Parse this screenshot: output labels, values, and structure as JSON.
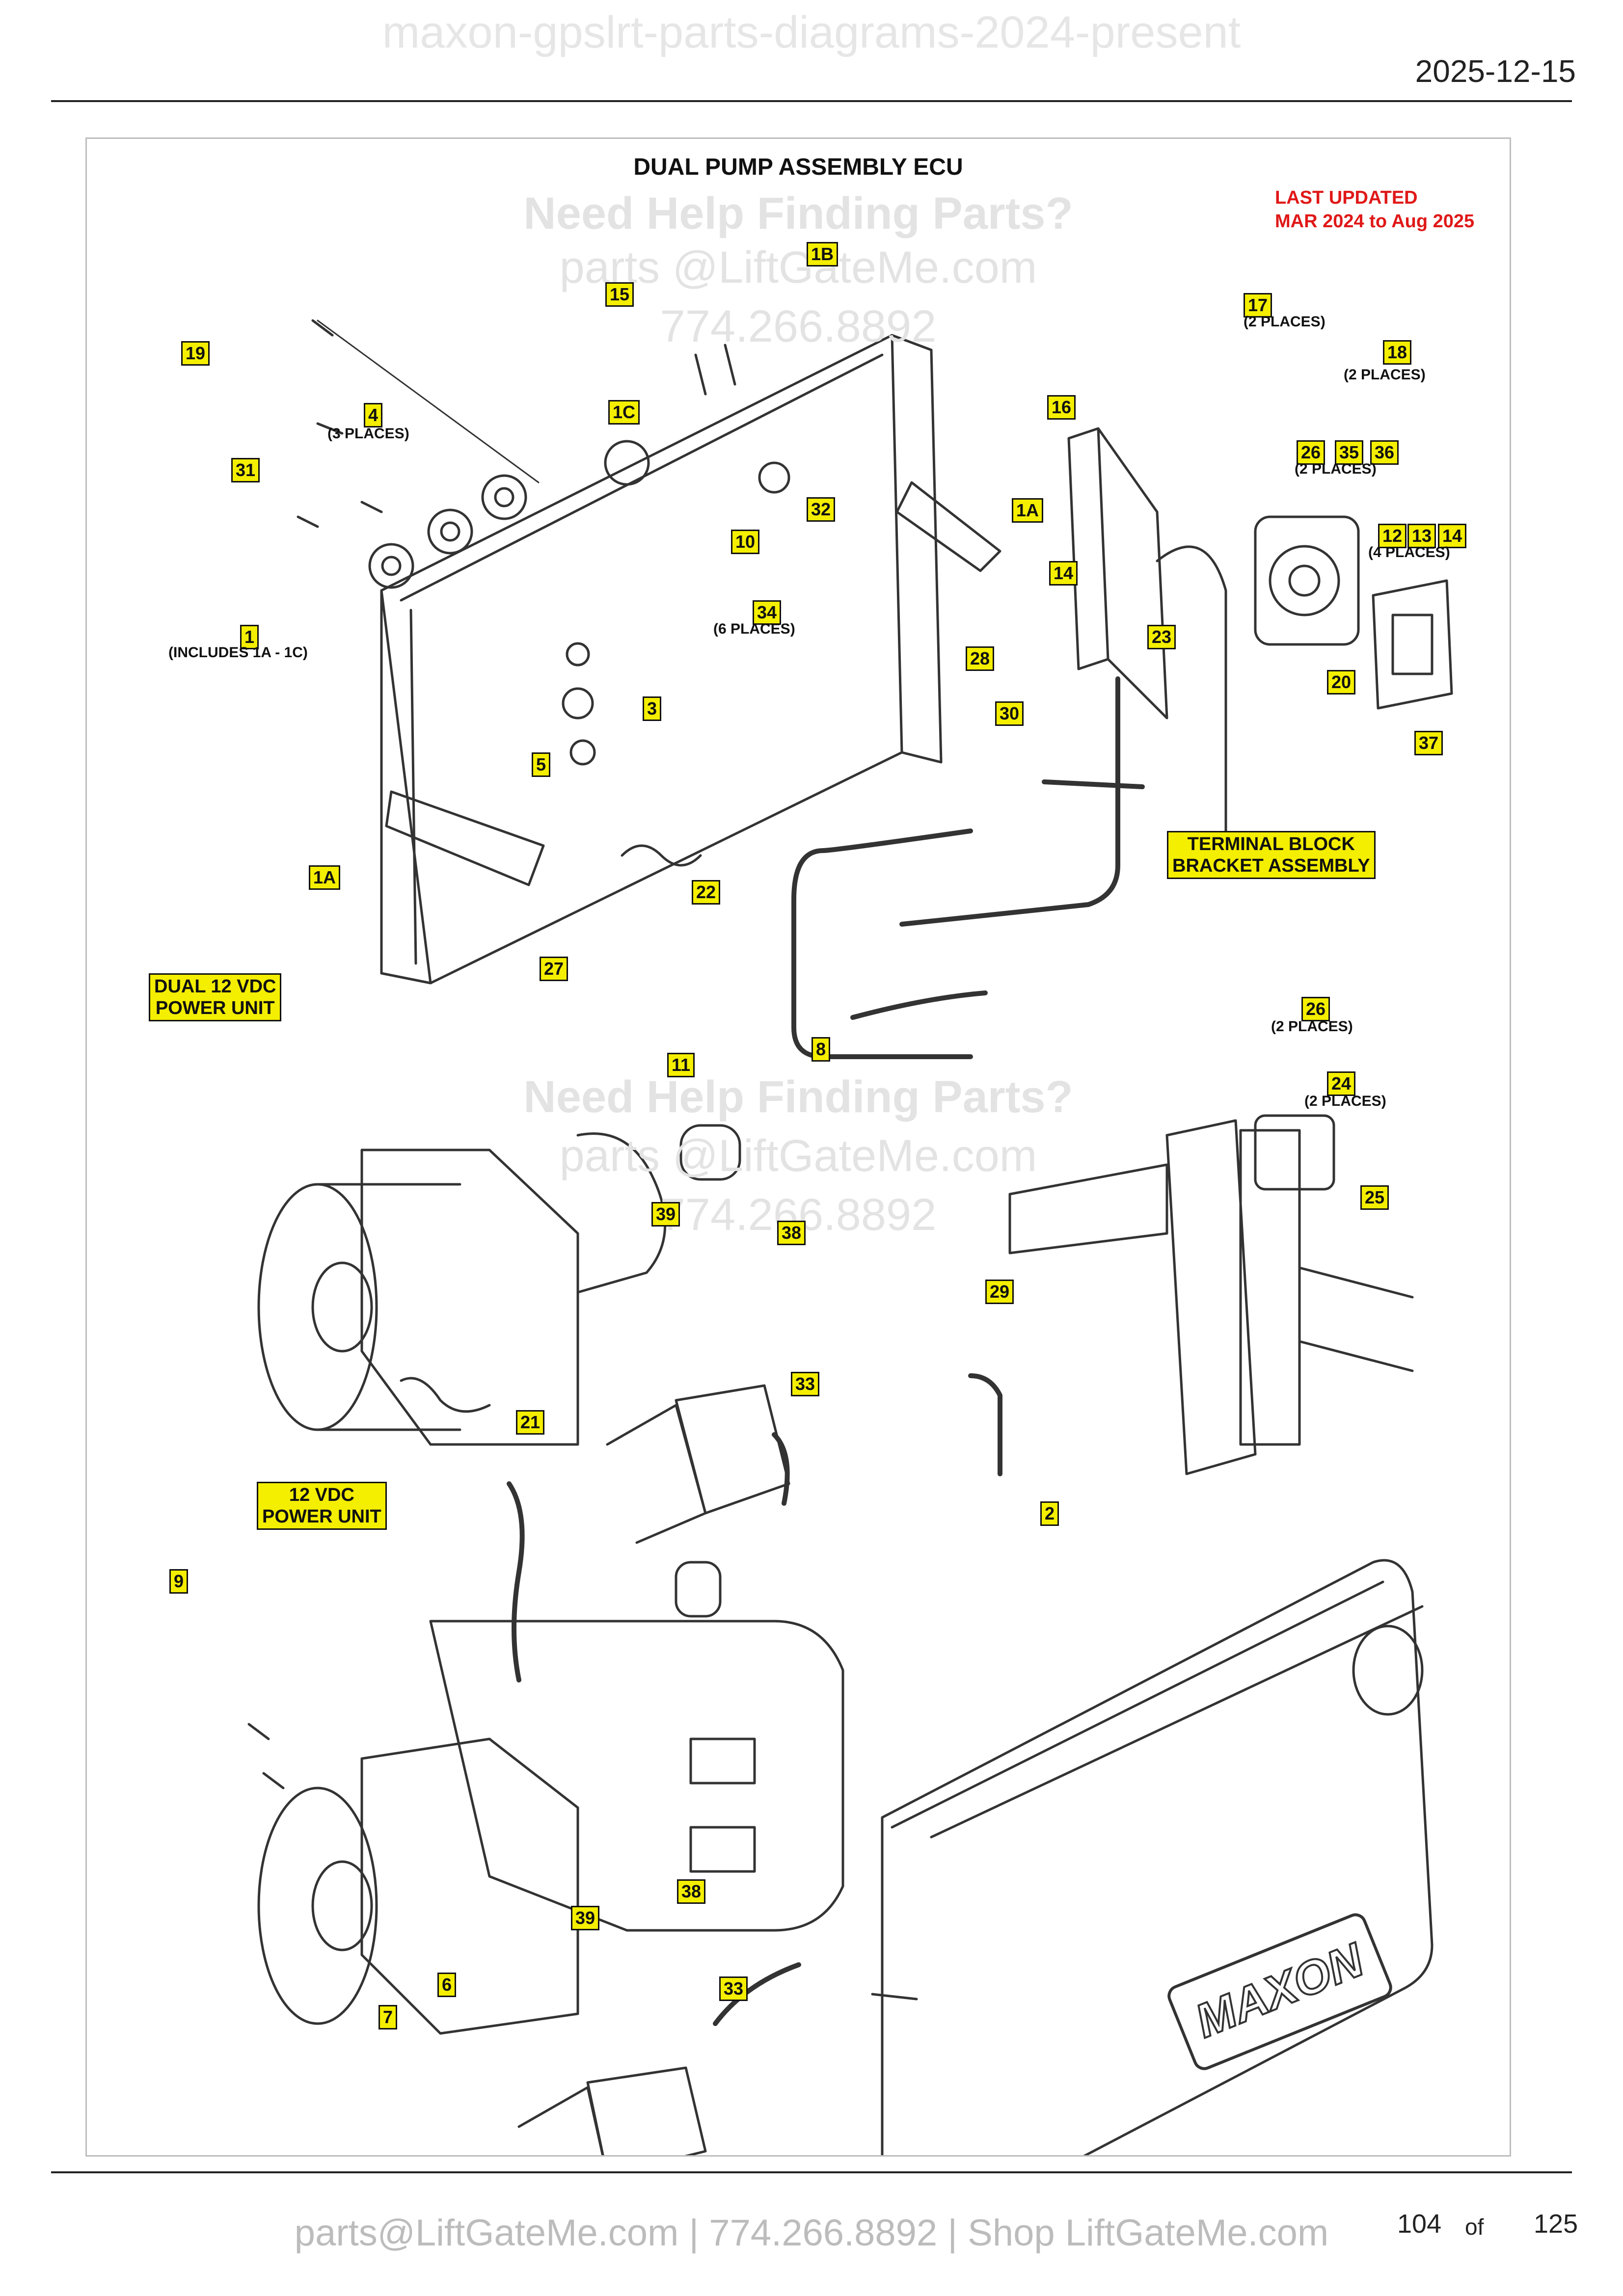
{
  "header": {
    "watermark_title": "maxon-gpslrt-parts-diagrams-2024-present",
    "date": "2025-12-15"
  },
  "diagram": {
    "title": "DUAL PUMP ASSEMBLY ECU",
    "last_updated_line1": "LAST UPDATED",
    "last_updated_line2": "MAR 2024 to Aug 2025",
    "watermark_help": "Need Help Finding Parts?",
    "watermark_email": "parts @LiftGateMe.com",
    "watermark_phone": "774.266.8892",
    "sections": {
      "terminal_block_line1": "TERMINAL BLOCK",
      "terminal_block_line2": "BRACKET ASSEMBLY",
      "dual_power_line1": "DUAL 12 VDC",
      "dual_power_line2": "POWER UNIT",
      "single_power_line1": "12 VDC",
      "single_power_line2": "POWER UNIT"
    },
    "logo_text": "MAXON",
    "callouts": [
      {
        "label": "1B"
      },
      {
        "label": "15"
      },
      {
        "label": "19"
      },
      {
        "label": "1C"
      },
      {
        "label": "4"
      },
      {
        "label": "31"
      },
      {
        "label": "32"
      },
      {
        "label": "10"
      },
      {
        "label": "1A"
      },
      {
        "label": "1"
      },
      {
        "label": "34"
      },
      {
        "label": "3"
      },
      {
        "label": "5"
      },
      {
        "label": "1A"
      },
      {
        "label": "27"
      },
      {
        "label": "22"
      },
      {
        "label": "8"
      },
      {
        "label": "11"
      },
      {
        "label": "17"
      },
      {
        "label": "18"
      },
      {
        "label": "16"
      },
      {
        "label": "26"
      },
      {
        "label": "35"
      },
      {
        "label": "36"
      },
      {
        "label": "12"
      },
      {
        "label": "13"
      },
      {
        "label": "14"
      },
      {
        "label": "14"
      },
      {
        "label": "23"
      },
      {
        "label": "28"
      },
      {
        "label": "20"
      },
      {
        "label": "37"
      },
      {
        "label": "30"
      },
      {
        "label": "26"
      },
      {
        "label": "24"
      },
      {
        "label": "25"
      },
      {
        "label": "29"
      },
      {
        "label": "39"
      },
      {
        "label": "38"
      },
      {
        "label": "33"
      },
      {
        "label": "21"
      },
      {
        "label": "2"
      },
      {
        "label": "9"
      },
      {
        "label": "38"
      },
      {
        "label": "39"
      },
      {
        "label": "33"
      },
      {
        "label": "6"
      },
      {
        "label": "7"
      }
    ],
    "notes": {
      "places_3": "(3 PLACES)",
      "includes": "(INCLUDES 1A - 1C)",
      "places_6": "(6 PLACES)",
      "places_2_a": "(2 PLACES)",
      "places_2_b": "(2 PLACES)",
      "places_2_c": "(2 PLACES)",
      "places_4": "(4 PLACES)",
      "places_2_d": "(2 PLACES)",
      "places_2_e": "(2 PLACES)"
    }
  },
  "footer": {
    "contact": "parts@LiftGateMe.com | 774.266.8892 | Shop LiftGateMe.com",
    "page_number": "104",
    "of_label": "of",
    "page_total": "125"
  }
}
